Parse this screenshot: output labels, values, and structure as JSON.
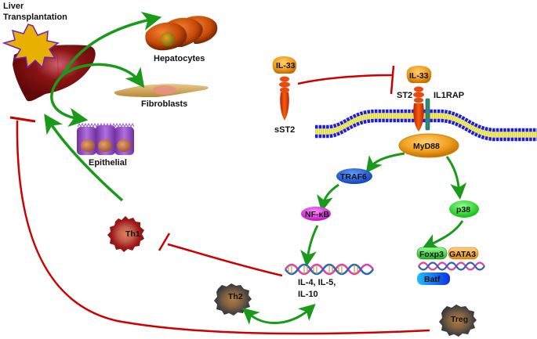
{
  "title_label": "Liver Transplantation",
  "cells": {
    "hepatocytes": "Hepatocytes",
    "fibroblasts": "Fibroblasts",
    "epithelial": "Epithelial"
  },
  "immune_cells": {
    "th1": "Th1",
    "th2": "Th2",
    "treg": "Treg"
  },
  "receptor": {
    "soluble_ligand": "IL-33",
    "soluble_receptor": "sST2",
    "bound_ligand": "IL-33",
    "receptor_label": "ST2",
    "coreceptor_label": "IL1RAP",
    "adaptor": "MyD88"
  },
  "signaling": {
    "traf6": "TRAF6",
    "nfkb": "NF-κB",
    "p38": "p38"
  },
  "transcription_factors": {
    "foxp3": "Foxp3",
    "gata3": "GATA3",
    "batf": "Batf"
  },
  "cytokines": {
    "line1": "IL-4, IL-5,",
    "line2": "IL-10"
  },
  "colors": {
    "activation": "#1a9a1a",
    "inhibition": "#cc0000",
    "membrane_head": "#1a1aee",
    "membrane_tail": "#f4ee70",
    "myd88": "#f0a020",
    "traf6": "#2a6ef0",
    "nfkb": "#e040e0",
    "p38": "#30e030",
    "liver": "#6e0a0a",
    "burst": "#e8b000"
  }
}
